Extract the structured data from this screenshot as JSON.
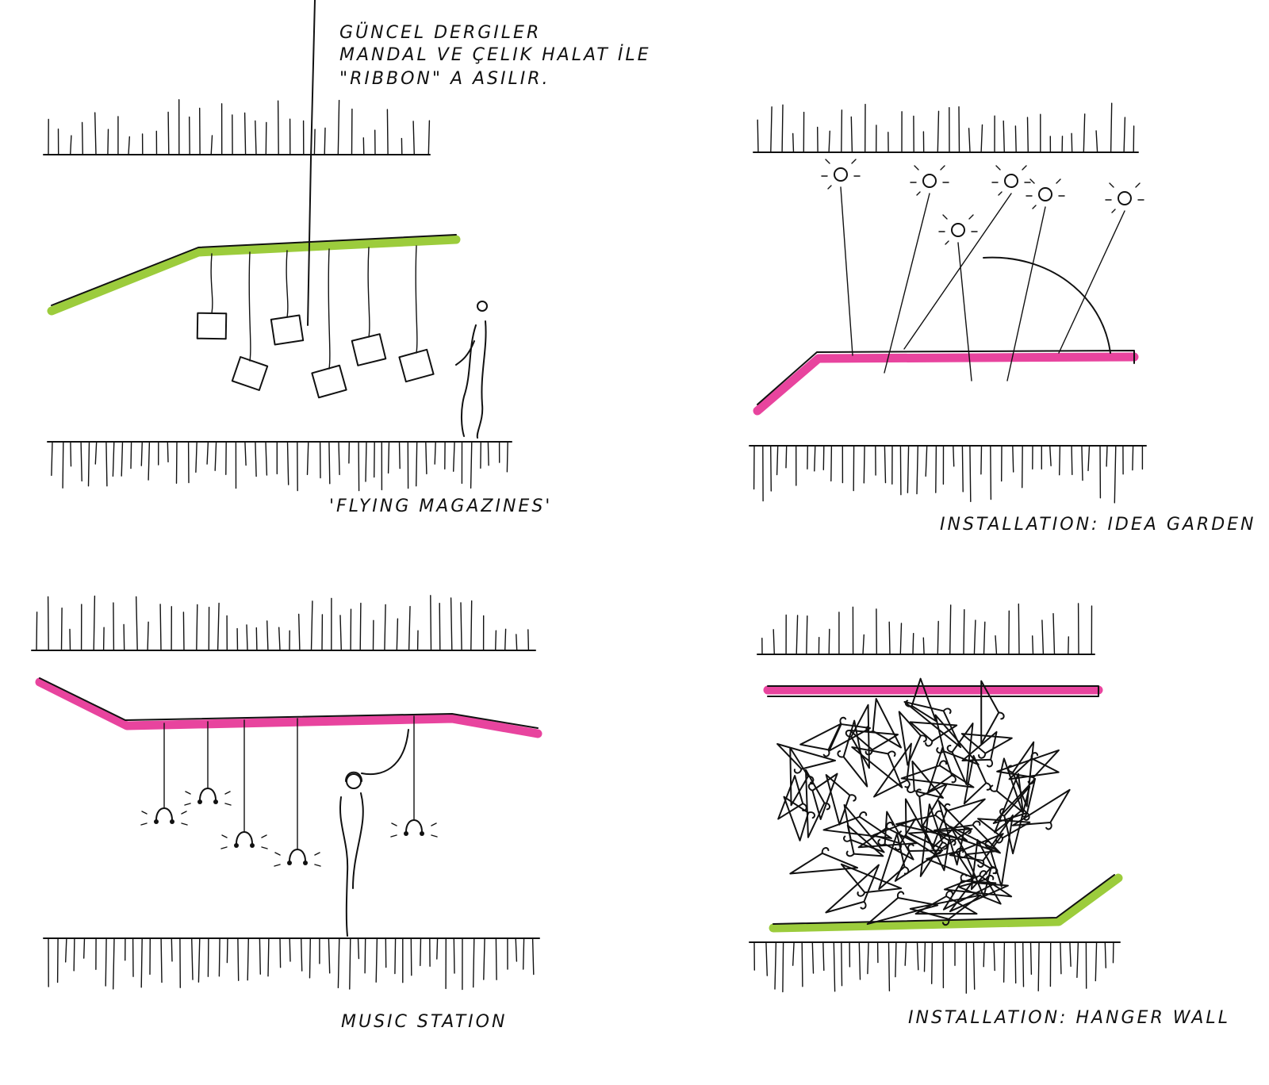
{
  "annotation": {
    "line1": "Güncel Dergiler",
    "line2": "Mandal ve Çelik Halat İle",
    "line3": "\"Ribbon\" a Asılır."
  },
  "panels": [
    {
      "label": "'Flying Magazines'",
      "ribbon_color": "#9ccc3c"
    },
    {
      "label": "Installation: Idea Garden",
      "ribbon_color": "#e8449e"
    },
    {
      "label": "Music Station",
      "ribbon_color": "#e8449e"
    },
    {
      "label": "Installation: Hanger Wall",
      "ribbon_color": "#e8449e",
      "base_color": "#9ccc3c"
    }
  ]
}
